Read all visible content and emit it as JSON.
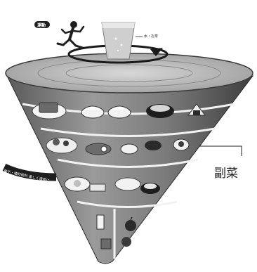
{
  "labels": {
    "exercise": "運動",
    "water_tea": "水・お茶",
    "snacks": "菓子・嗜好飲料 楽しく適度に",
    "side_dish": "副菜"
  },
  "colors": {
    "cone_light": "#bdbdbd",
    "cone_mid": "#8a8a8a",
    "cone_dark": "#3a3a3a",
    "band_line": "#f2f2f2",
    "glass": "#d0d0d0",
    "runner": "#1e1e1e",
    "ink": "#222222"
  },
  "icons": [
    "runner-figure",
    "water-glass",
    "rotation-arrow",
    "bread-plate",
    "rice-bowl",
    "miso-soup-bowl",
    "rice-ball",
    "vegetable-dishes",
    "main-dishes",
    "milk-glass",
    "apple"
  ]
}
